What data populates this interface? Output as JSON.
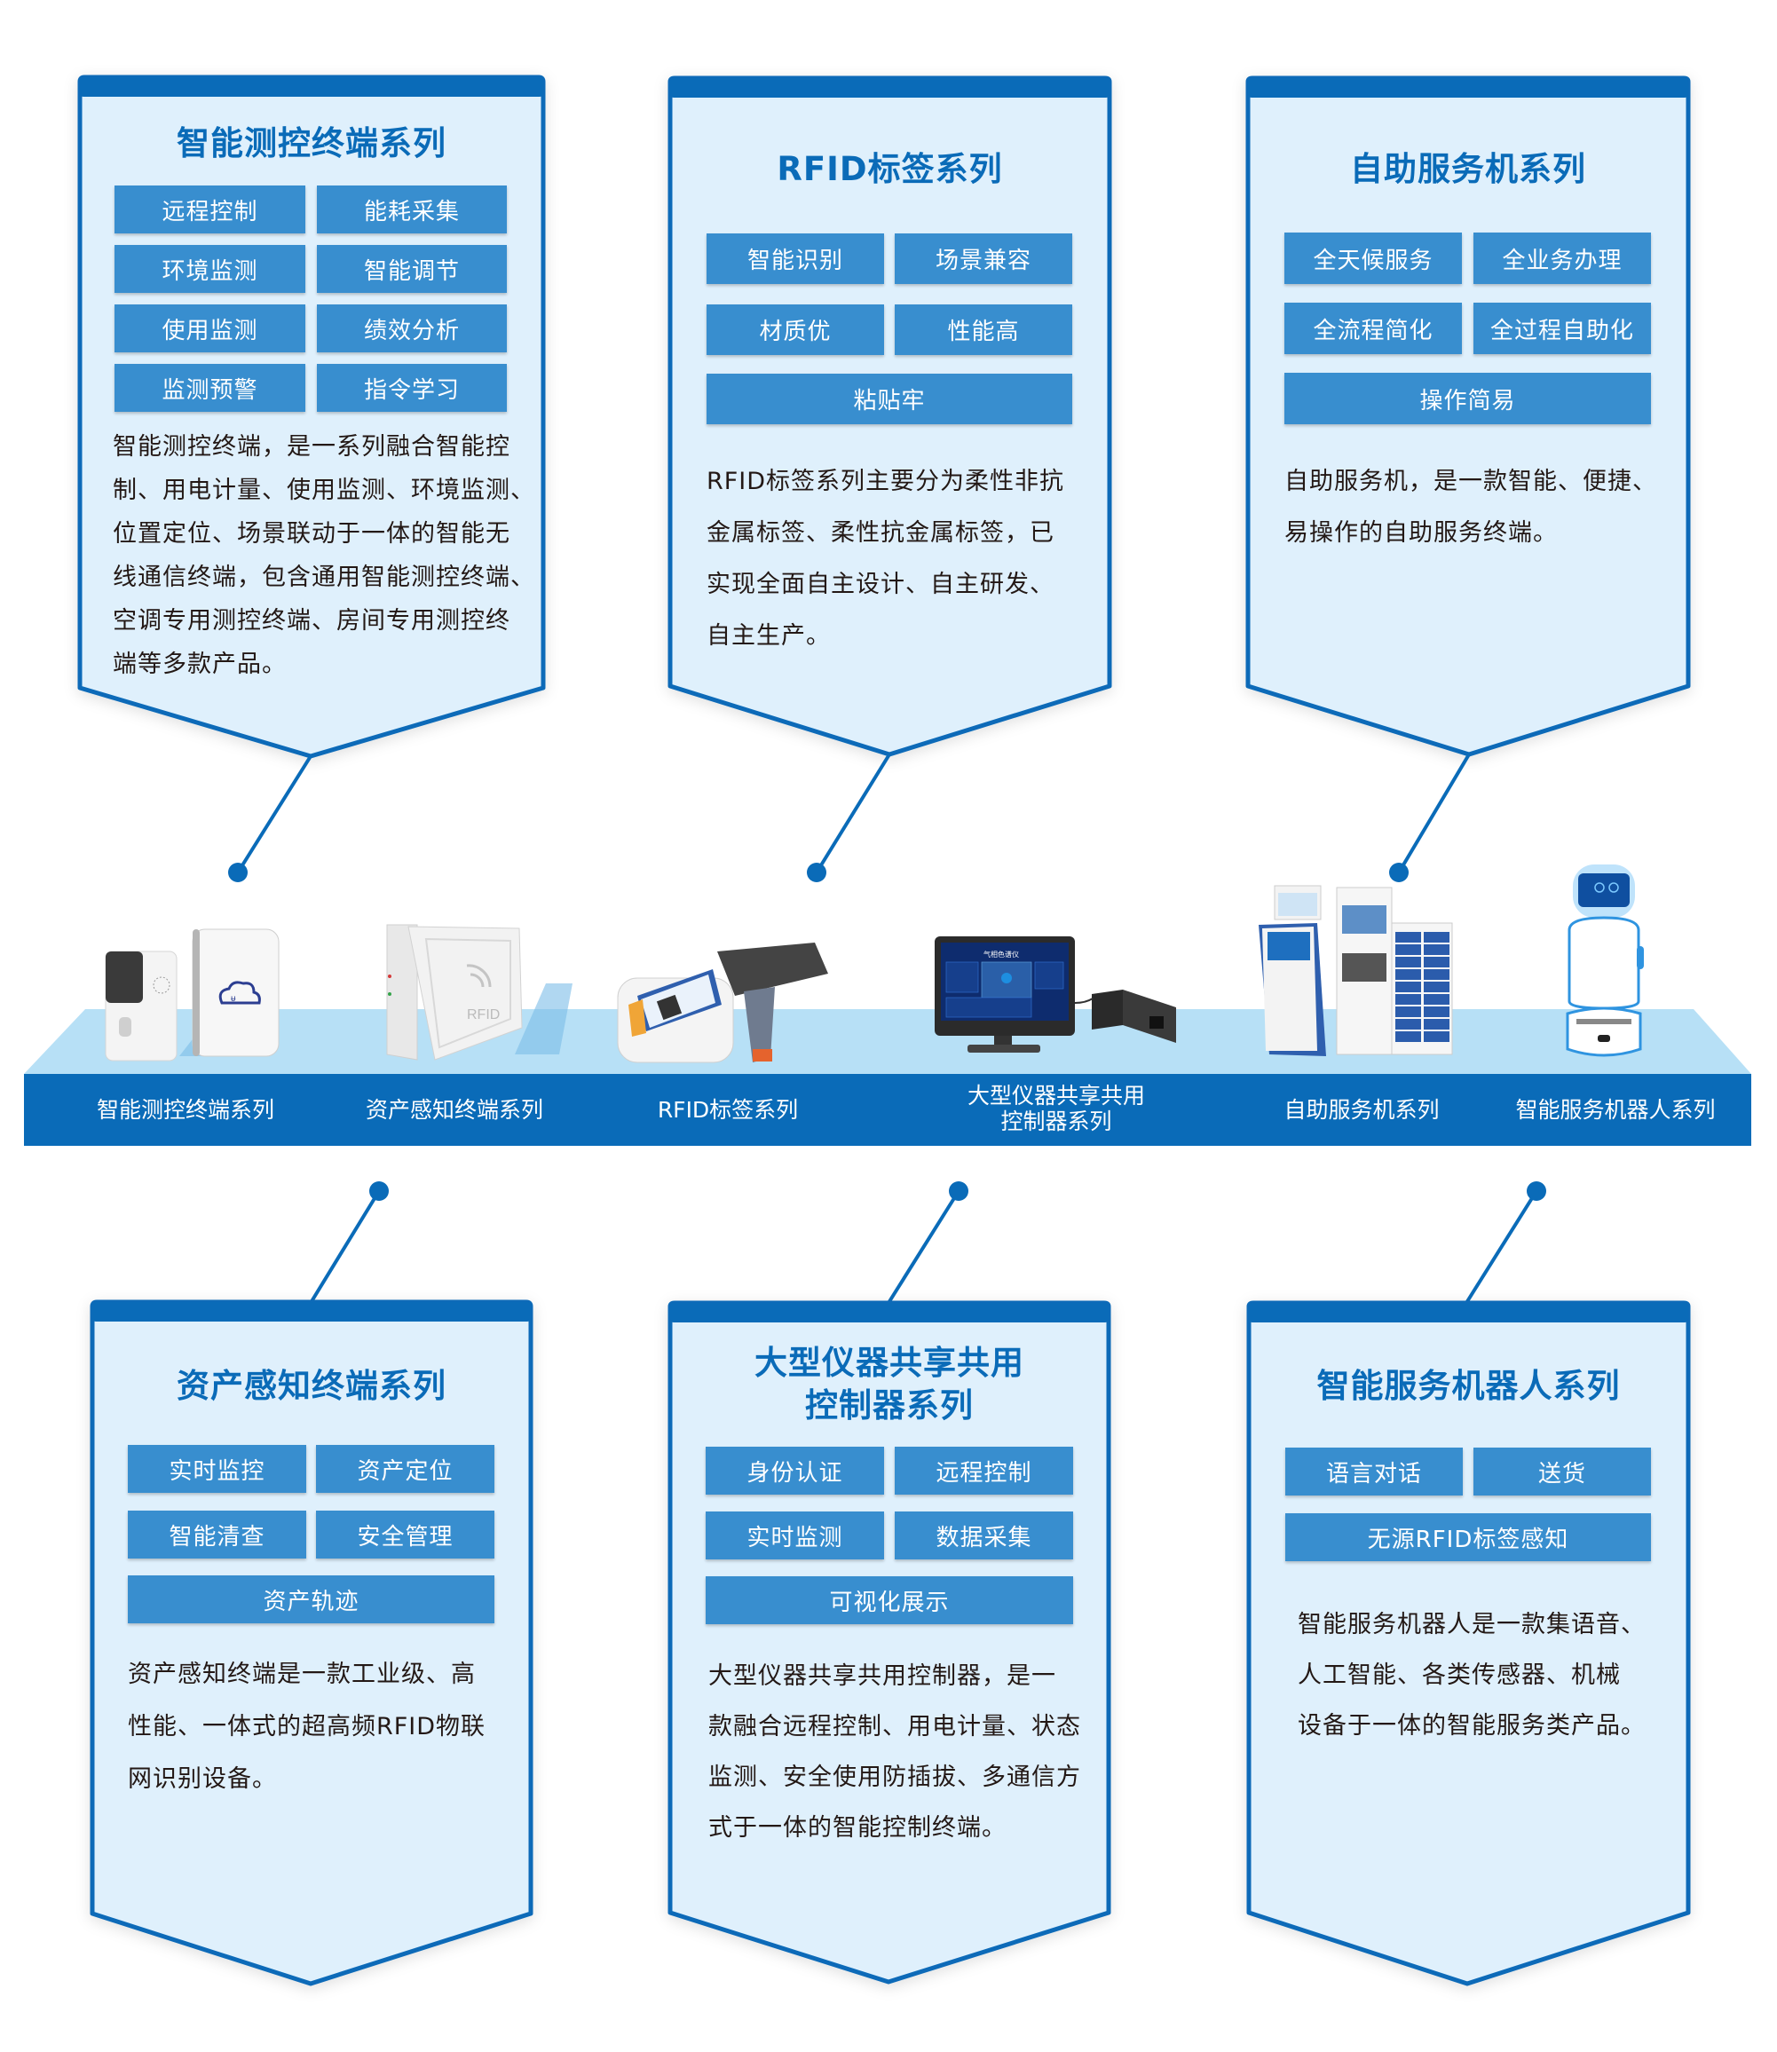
{
  "colors": {
    "panel_border": "#0a6bb8",
    "panel_fill": "#dff0fc",
    "tag_fill": "#388ecf",
    "title_text": "#0a6bb8",
    "band_front": "#0a6bb8",
    "band_top": "#b7e0f6",
    "body_text": "#231815"
  },
  "top_panels": [
    {
      "title": "智能测控终端系列",
      "tags": [
        "远程控制",
        "能耗采集",
        "环境监测",
        "智能调节",
        "使用监测",
        "绩效分析",
        "监测预警",
        "指令学习"
      ],
      "description_lines": [
        "智能测控终端，是一系列融合智能控",
        "制、用电计量、使用监测、环境监测、",
        "位置定位、场景联动于一体的智能无",
        "线通信终端，包含通用智能测控终端、",
        "空调专用测控终端、房间专用测控终",
        "端等多款产品。"
      ]
    },
    {
      "title": "RFID标签系列",
      "tags": [
        "智能识别",
        "场景兼容",
        "材质优",
        "性能高",
        "粘贴牢"
      ],
      "description_lines": [
        "RFID标签系列主要分为柔性非抗",
        "金属标签、柔性抗金属标签，已",
        "实现全面自主设计、自主研发、",
        "自主生产。"
      ]
    },
    {
      "title": "自助服务机系列",
      "tags": [
        "全天候服务",
        "全业务办理",
        "全流程简化",
        "全过程自助化",
        "操作简易"
      ],
      "description_lines": [
        "自助服务机，是一款智能、便捷、",
        "易操作的自助服务终端。"
      ]
    }
  ],
  "bottom_panels": [
    {
      "title": "资产感知终端系列",
      "tags": [
        "实时监控",
        "资产定位",
        "智能清查",
        "安全管理",
        "资产轨迹"
      ],
      "description_lines": [
        "资产感知终端是一款工业级、高",
        "性能、一体式的超高频RFID物联",
        "网识别设备。"
      ]
    },
    {
      "title_lines": [
        "大型仪器共享共用",
        "控制器系列"
      ],
      "tags": [
        "身份认证",
        "远程控制",
        "实时监测",
        "数据采集",
        "可视化展示"
      ],
      "description_lines": [
        "大型仪器共享共用控制器，是一",
        "款融合远程控制、用电计量、状态",
        "监测、安全使用防插拔、多通信方",
        "式于一体的智能控制终端。"
      ]
    },
    {
      "title": "智能服务机器人系列",
      "tags": [
        "语言对话",
        "送货",
        "无源RFID标签感知"
      ],
      "description_lines": [
        "智能服务机器人是一款集语音、",
        "人工智能、各类传感器、机械",
        "设备于一体的智能服务类产品。"
      ]
    }
  ],
  "product_band": {
    "labels": [
      "智能测控终端系列",
      "资产感知终端系列",
      "RFID标签系列",
      "大型仪器共享共用\n控制器系列",
      "自助服务机系列",
      "智能服务机器人系列"
    ],
    "label_lines": [
      [
        "智能测控终端系列"
      ],
      [
        "资产感知终端系列"
      ],
      [
        "RFID标签系列"
      ],
      [
        "大型仪器共享共用",
        "控制器系列"
      ],
      [
        "自助服务机系列"
      ],
      [
        "智能服务机器人系列"
      ]
    ],
    "products": [
      {
        "name": "smart-plug-and-gateway",
        "icon": "plug-gateway-device"
      },
      {
        "name": "rfid-reader",
        "icon": "rfid-reader-panel",
        "printed_text": "RFID"
      },
      {
        "name": "rfid-tags-and-handheld-scanner",
        "icon": "handheld-scanner"
      },
      {
        "name": "instrument-controller-monitor",
        "icon": "monitor-with-controller-box",
        "screen_title": "气相色谱仪"
      },
      {
        "name": "self-service-kiosks",
        "icon": "kiosk-and-locker"
      },
      {
        "name": "service-robot",
        "icon": "robot"
      }
    ]
  }
}
